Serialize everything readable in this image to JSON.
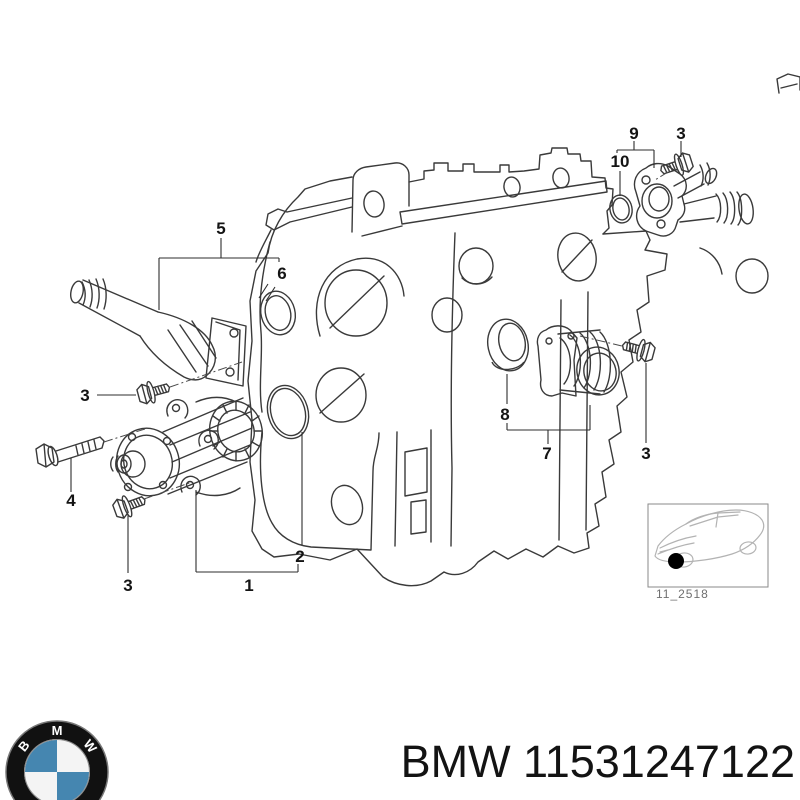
{
  "diagram": {
    "title_part_number": "BMW 11531247122",
    "thumbnail_ref": "11_2518",
    "callouts": {
      "c1": "1",
      "c2": "2",
      "c4": "4",
      "c5": "5",
      "c6": "6",
      "c7": "7",
      "c8": "8",
      "c9": "9",
      "c10": "10",
      "c3_top_left": "3",
      "c3_bottom_left": "3",
      "c3_top_right": "3",
      "c3_mid_right": "3"
    },
    "logo": {
      "letter_b": "B",
      "letter_m": "M",
      "letter_w": "W"
    },
    "colors": {
      "line": "#3a3a3a",
      "label": "#141414",
      "leader": "#2e2e2e",
      "logo_blue": "#4586b0",
      "logo_black": "#111111",
      "muted": "#6f6f6f",
      "thumb_line": "#b3b3b3",
      "part_number": "#131313"
    }
  }
}
